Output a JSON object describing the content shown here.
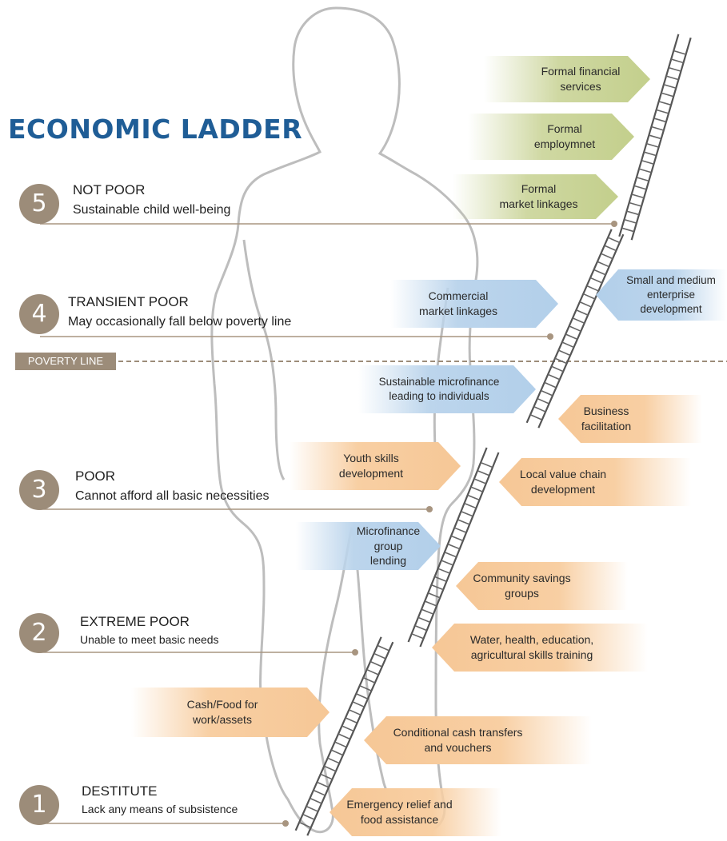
{
  "title": "ECONOMIC LADDER",
  "poverty_line_label": "POVERTY LINE",
  "colors": {
    "title": "#1f5d96",
    "circle": "#9c8c79",
    "green_arrow": "#c3cf8c",
    "blue_arrow": "#b2cfea",
    "orange_arrow": "#f6c796"
  },
  "levels": [
    {
      "number": "5",
      "name": "NOT POOR",
      "description": "Sustainable child well-being"
    },
    {
      "number": "4",
      "name": "TRANSIENT POOR",
      "description": "May occasionally fall below poverty line"
    },
    {
      "number": "3",
      "name": "POOR",
      "description": "Cannot afford all basic necessities"
    },
    {
      "number": "2",
      "name": "EXTREME POOR",
      "description": "Unable to meet basic needs"
    },
    {
      "number": "1",
      "name": "DESTITUTE",
      "description": "Lack any means of subsistence"
    }
  ],
  "interventions": [
    {
      "label": "Formal financial\nservices",
      "color": "green",
      "direction": "right"
    },
    {
      "label": "Formal\nemploymnet",
      "color": "green",
      "direction": "right"
    },
    {
      "label": "Formal\nmarket linkages",
      "color": "green",
      "direction": "right"
    },
    {
      "label": "Commercial\nmarket linkages",
      "color": "blue",
      "direction": "right"
    },
    {
      "label": "Small and medium\nenterprise\ndevelopment",
      "color": "blue",
      "direction": "left"
    },
    {
      "label": "Sustainable microfinance\nleading to individuals",
      "color": "blue",
      "direction": "right"
    },
    {
      "label": "Business\nfacilitation",
      "color": "orange",
      "direction": "left"
    },
    {
      "label": "Youth skills\ndevelopment",
      "color": "orange",
      "direction": "right"
    },
    {
      "label": "Local value chain\ndevelopment",
      "color": "orange",
      "direction": "left"
    },
    {
      "label": "Microfinance\ngroup lending",
      "color": "blue",
      "direction": "right"
    },
    {
      "label": "Community savings\ngroups",
      "color": "orange",
      "direction": "left"
    },
    {
      "label": "Water, health, education,\nagricultural skills training",
      "color": "orange",
      "direction": "left"
    },
    {
      "label": "Cash/Food for\nwork/assets",
      "color": "orange",
      "direction": "right"
    },
    {
      "label": "Conditional cash transfers\nand vouchers",
      "color": "orange",
      "direction": "left"
    },
    {
      "label": "Emergency relief and\nfood assistance",
      "color": "orange",
      "direction": "left"
    }
  ]
}
